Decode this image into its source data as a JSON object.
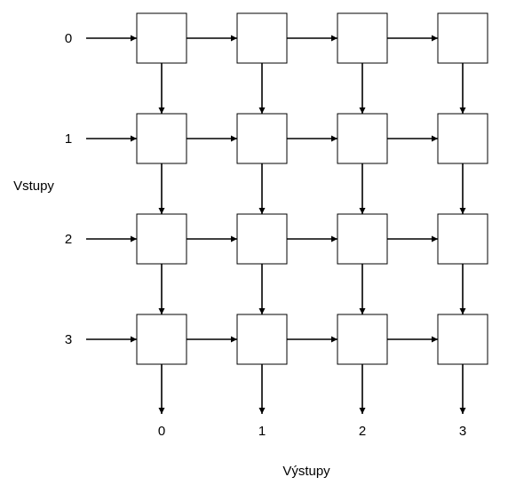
{
  "diagram": {
    "inputs_label": "Vstupy",
    "outputs_label": "Výstupy",
    "row_labels": [
      "0",
      "1",
      "2",
      "3"
    ],
    "col_labels": [
      "0",
      "1",
      "2",
      "3"
    ],
    "colors": {
      "line": "#000000",
      "box_fill": "#ffffff",
      "background": "#ffffff"
    }
  }
}
